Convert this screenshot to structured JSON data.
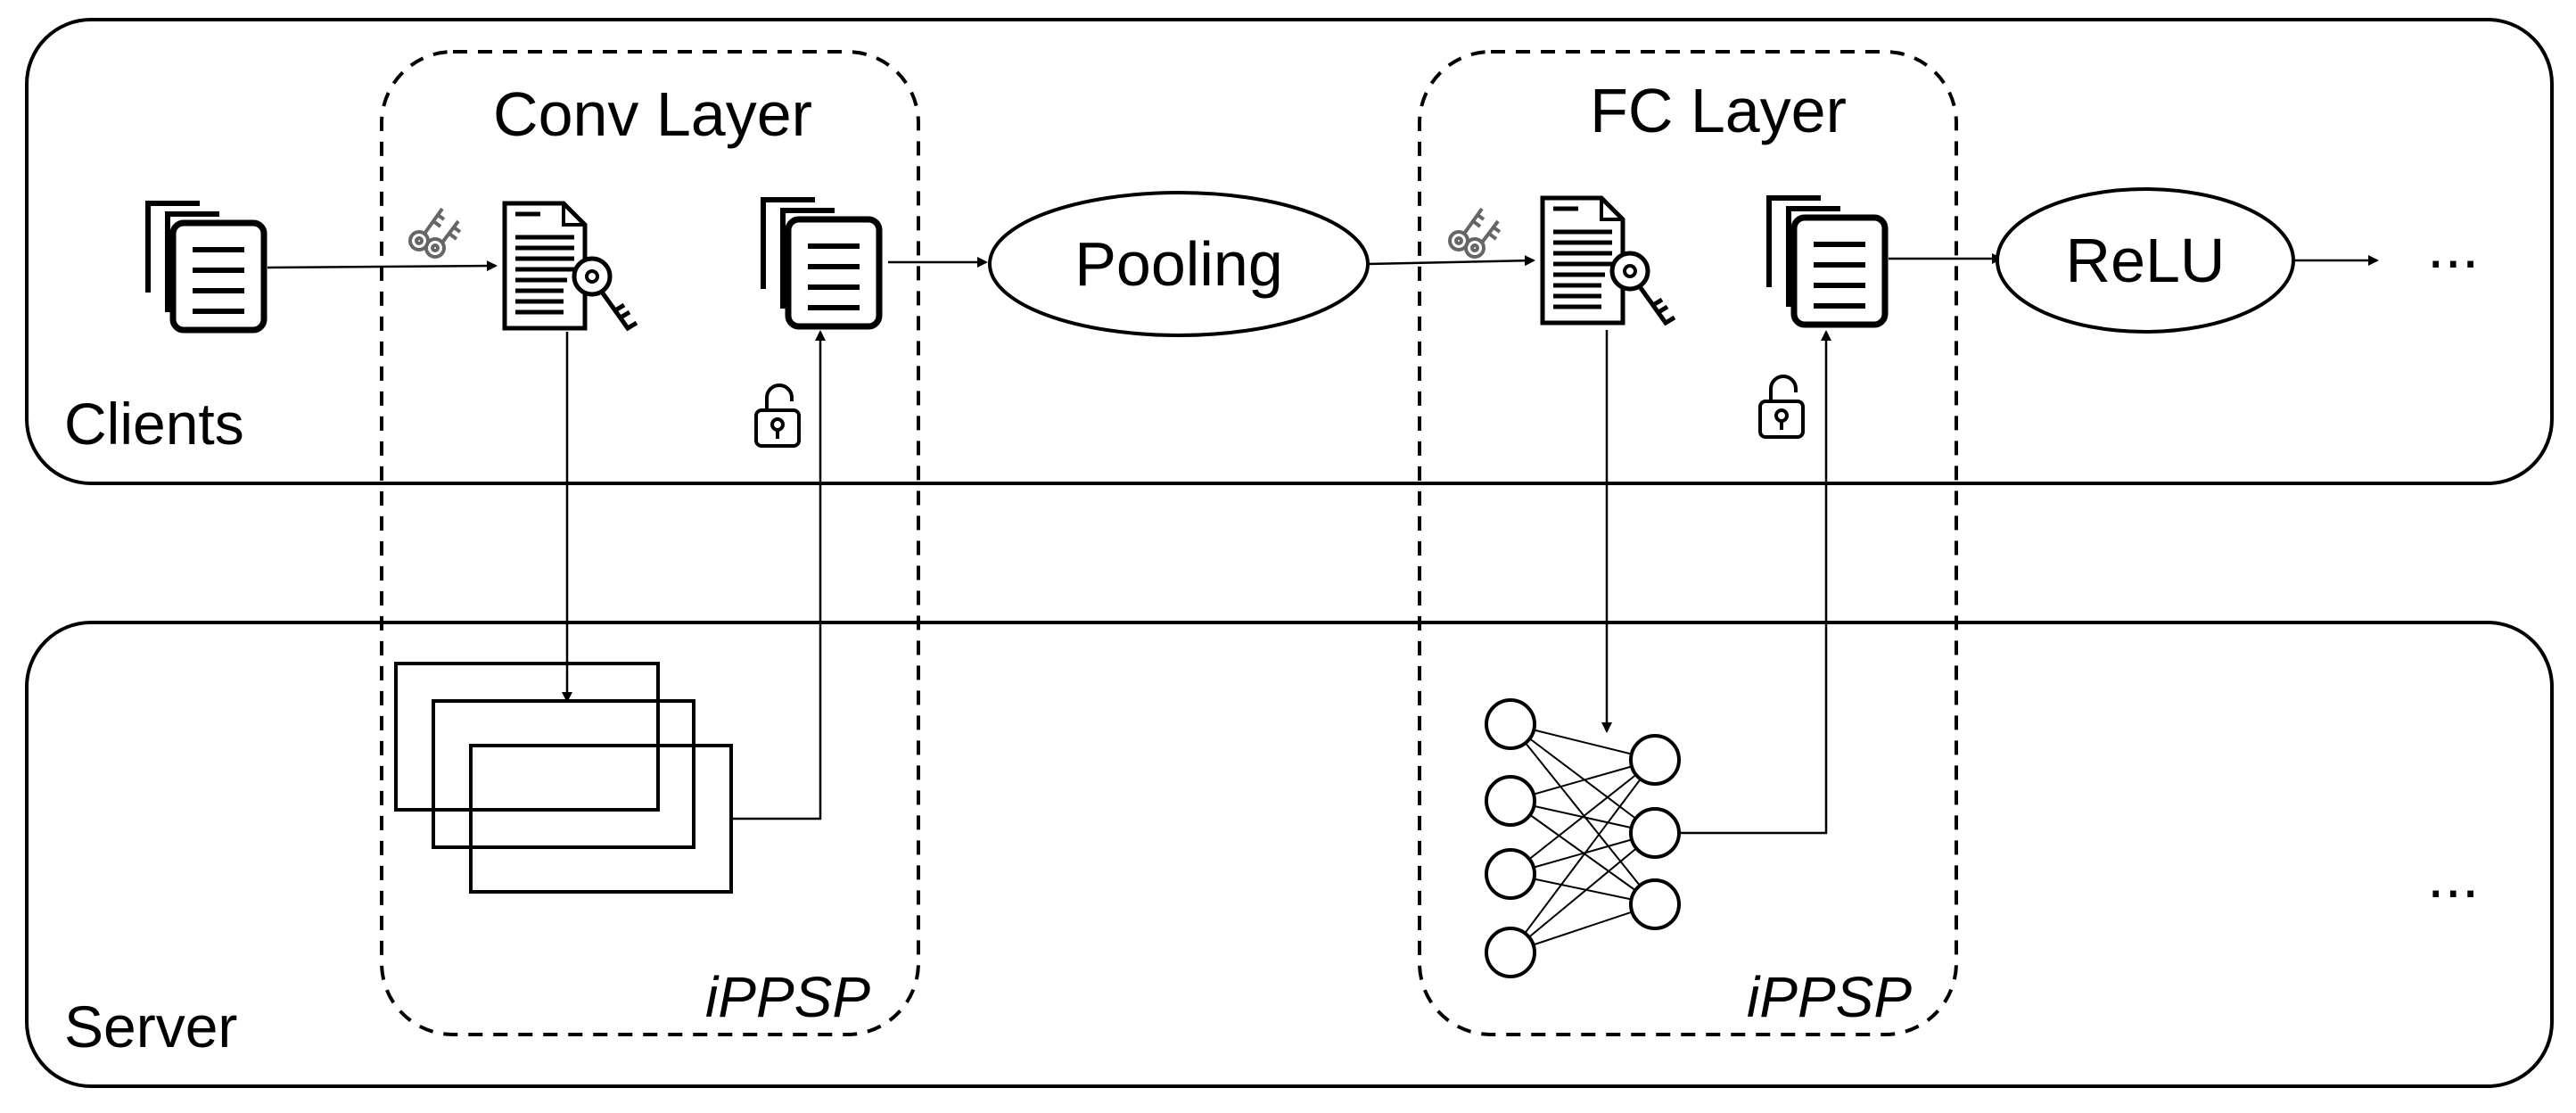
{
  "regions": {
    "clients_label": "Clients",
    "server_label": "Server"
  },
  "groups": {
    "conv": {
      "title": "Conv Layer",
      "protocol": "iPPSP"
    },
    "fc": {
      "title": "FC Layer",
      "protocol": "iPPSP"
    }
  },
  "ops": {
    "pooling": "Pooling",
    "relu": "ReLU"
  },
  "continuation": {
    "clients": "...",
    "server": "..."
  },
  "icons": [
    "document-stack-icon",
    "key-pair-icon",
    "encrypted-document-icon",
    "unlock-icon",
    "feature-map-stack-icon",
    "neural-network-icon"
  ],
  "colors": {
    "stroke": "#000000",
    "background": "#ffffff"
  }
}
